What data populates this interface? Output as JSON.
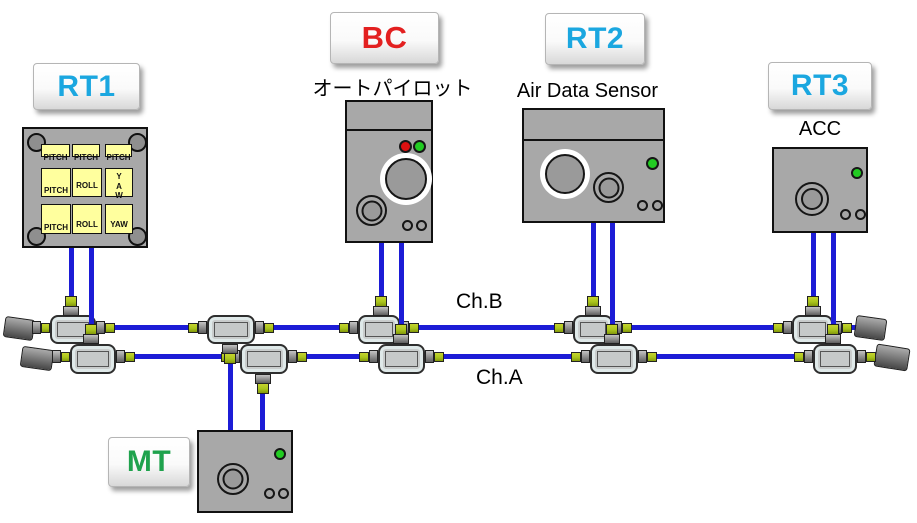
{
  "palette": {
    "wire_blue": "#1c1cd6",
    "device_gray": "#a8a8a8",
    "coupler_gray": "#c9cccc",
    "connector_green": "#a9c41c",
    "terminator_gray": "#6f6f6f",
    "led_green": "#22cc22",
    "led_red": "#dd1111",
    "button_yellow": "#ffff9e"
  },
  "tags": {
    "rt1": {
      "label": "RT1",
      "color": "#1ba7e0"
    },
    "bc": {
      "label": "BC",
      "color": "#e32020"
    },
    "rt2": {
      "label": "RT2",
      "color": "#1ba7e0"
    },
    "rt3": {
      "label": "RT3",
      "color": "#1ba7e0"
    },
    "mt": {
      "label": "MT",
      "color": "#1fa24d"
    }
  },
  "captions": {
    "autopilot": "オートパイロット",
    "air_data_sensor": "Air Data Sensor",
    "acc": "ACC"
  },
  "bus": {
    "channel_b": "Ch.B",
    "channel_a": "Ch.A",
    "wire_color": "#1c1cd6"
  },
  "rt1_panel": {
    "row1": [
      "PITCH",
      "PITCH",
      "PITCH"
    ],
    "row2": [
      "PITCH",
      "ROLL"
    ],
    "yaw_letters": [
      "Y",
      "A",
      "W"
    ],
    "row3": [
      "PITCH",
      "ROLL",
      "YAW"
    ]
  }
}
